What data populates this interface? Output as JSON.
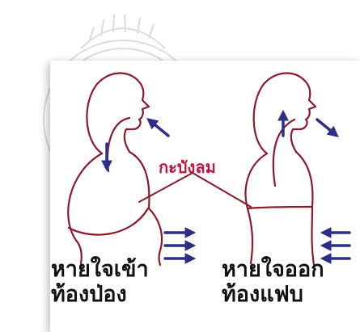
{
  "diaphragm_label": "กะบังลม",
  "inhale": {
    "line1": "หายใจเข้า",
    "line2": "ท้องป่อง"
  },
  "exhale": {
    "line1": "หายใจออก",
    "line2": "ท้องแฟบ"
  },
  "colors": {
    "outline": "#8b1a2b",
    "arrow": "#2e2e8a",
    "label": "#c0143c",
    "caption": "#111111",
    "watermark": "#dcdcdc"
  }
}
